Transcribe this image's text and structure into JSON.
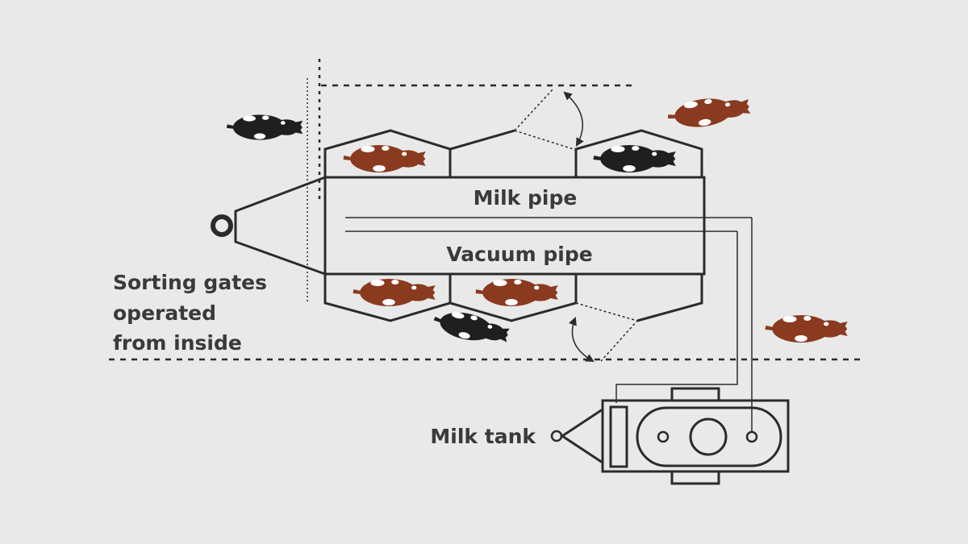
{
  "labels": {
    "milk_pipe": "Milk pipe",
    "vacuum_pipe": "Vacuum pipe",
    "sorting_gates": [
      "Sorting gates",
      "operated",
      "from inside"
    ],
    "milk_tank": "Milk tank"
  },
  "colors": {
    "background": "#e9e9e9",
    "line": "#2b2b2b",
    "text": "#3a3a3a",
    "cow_brown": "#8a3a1f",
    "cow_black": "#1f1f1f",
    "cow_spot": "#ffffff"
  },
  "icons": {
    "cow": "cow-top-view-icon",
    "gate_arrow": "curved-double-arrow-icon"
  }
}
